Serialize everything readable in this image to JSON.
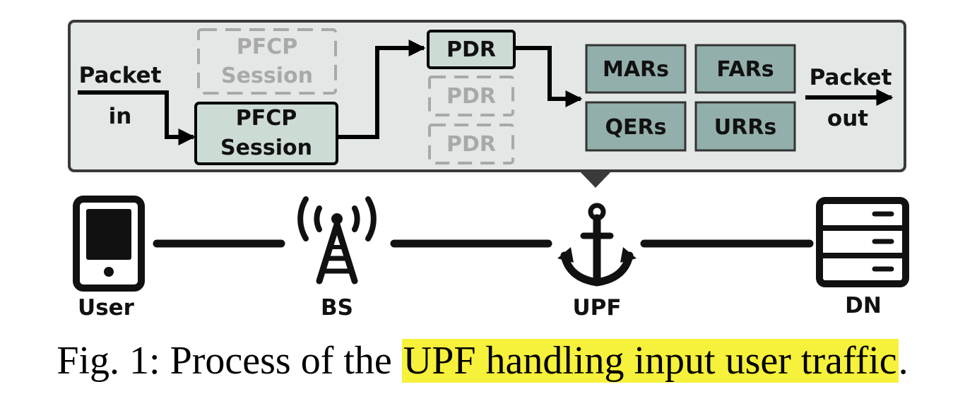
{
  "panel": {
    "packet_in_line1": "Packet",
    "packet_in_line2": "in",
    "pfcp_session_ghost_line1": "PFCP",
    "pfcp_session_ghost_line2": "Session",
    "pfcp_session_line1": "PFCP",
    "pfcp_session_line2": "Session",
    "pdr_active": "PDR",
    "pdr_ghost_1": "PDR",
    "pdr_ghost_2": "PDR",
    "mars": "MARs",
    "fars": "FARs",
    "qers": "QERs",
    "urrs": "URRs",
    "packet_out_line1": "Packet",
    "packet_out_line2": "out"
  },
  "network": {
    "user": "User",
    "bs": "BS",
    "upf": "UPF",
    "dn": "DN"
  },
  "caption": {
    "prefix": "Fig. 1: Process of the ",
    "highlight": "UPF handling input user traffic",
    "suffix": "."
  },
  "icons": {
    "user": "smartphone-icon",
    "bs": "cell-tower-icon",
    "upf": "anchor-icon",
    "dn": "server-icon"
  },
  "colors": {
    "panel_fill": "#e3e7e6",
    "session_fill": "#cddbd5",
    "rule_fill": "#93afab",
    "highlight": "#f6f13a"
  }
}
